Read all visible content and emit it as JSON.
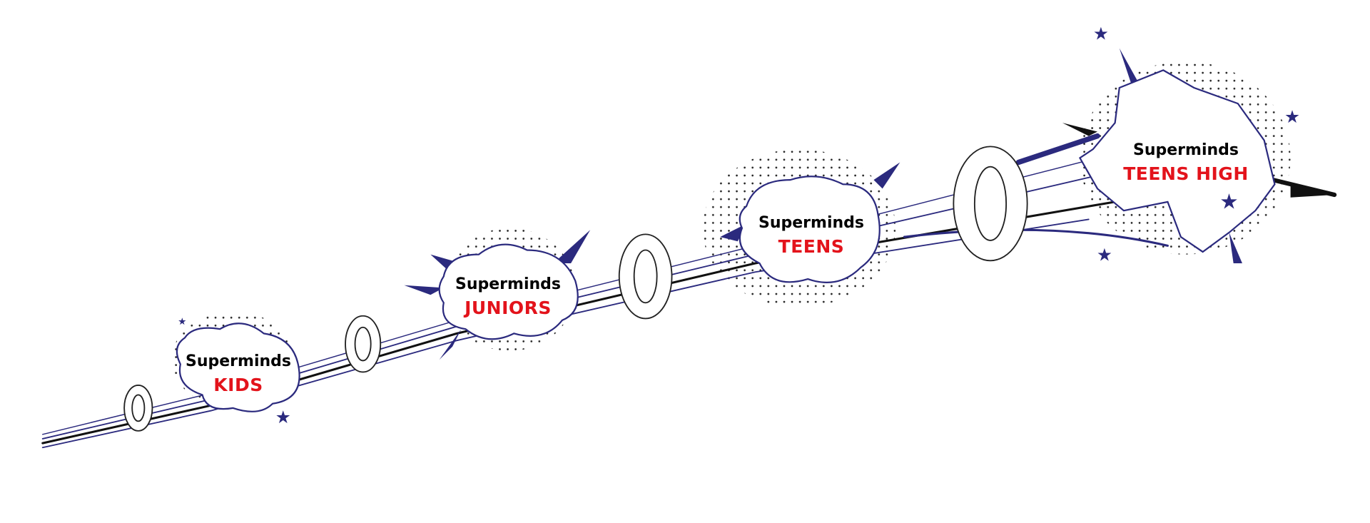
{
  "levels": [
    {
      "title": "Superminds",
      "level": "KIDS"
    },
    {
      "title": "Superminds",
      "level": "JUNIORS"
    },
    {
      "title": "Superminds",
      "level": "TEENS"
    },
    {
      "title": "Superminds",
      "level": "TEENS HIGH"
    }
  ],
  "colors": {
    "navy": "#2b2a7e",
    "red": "#e3131b",
    "black": "#111111"
  }
}
